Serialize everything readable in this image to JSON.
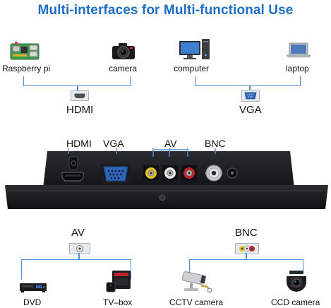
{
  "title": "Multi-interfaces for Multi-functional Use",
  "top_left": {
    "devices": [
      {
        "label": "Raspberry pi",
        "icon": "raspberry-pi-board-icon"
      },
      {
        "label": "camera",
        "icon": "dslr-camera-icon"
      }
    ],
    "interface_icon": "hdmi-port-icon",
    "interface_label": "HDMI"
  },
  "top_right": {
    "devices": [
      {
        "label": "computer",
        "icon": "desktop-computer-icon"
      },
      {
        "label": "laptop",
        "icon": "laptop-icon"
      }
    ],
    "interface_icon": "vga-port-icon",
    "interface_label": "VGA"
  },
  "monitor": {
    "port_labels": [
      "HDMI",
      "VGA",
      "AV",
      "BNC"
    ],
    "colors": {
      "body": "#1c1d20",
      "yellow_jack": "#e8c21a",
      "red_jack": "#c0242b",
      "white_jack": "#e9e9e9"
    }
  },
  "bottom_left": {
    "interface_label": "AV",
    "interface_icon": "av-rca-port-icon",
    "devices": [
      {
        "label": "DVD",
        "icon": "dvd-player-icon"
      },
      {
        "label": "TV–box",
        "icon": "tv-box-icon"
      }
    ]
  },
  "bottom_right": {
    "interface_label": "BNC",
    "interface_icon": "bnc-rca-port-icon",
    "devices": [
      {
        "label": "CCTV camera",
        "icon": "cctv-camera-icon"
      },
      {
        "label": "CCD camera",
        "icon": "ccd-dome-camera-icon"
      }
    ]
  },
  "accent_color": "#1f6fc5",
  "line_color": "#4d8ed6"
}
